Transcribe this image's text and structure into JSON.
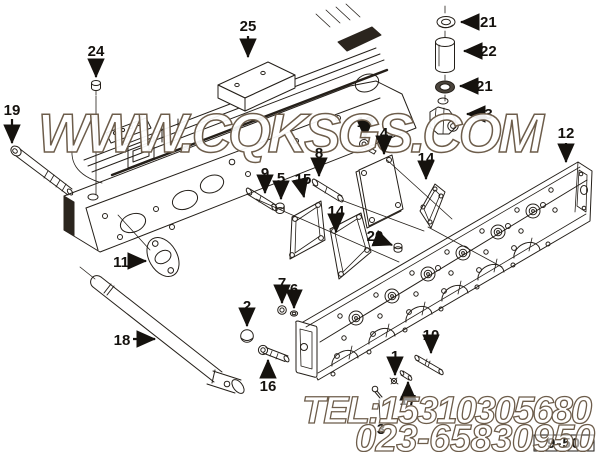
{
  "figure": {
    "type": "exploded-parts-diagram",
    "page_label": "9-50"
  },
  "watermarks": {
    "site": "WWW.CQKSGS.COM",
    "phone_line1": "TEL:15310305680",
    "phone_line2": "023-65830950"
  },
  "colors": {
    "background": "#ffffff",
    "line_art": "#241f19",
    "watermark_stroke": "#6d5d4b",
    "watermark_fill": "#ffffff",
    "callout_text": "#15120e"
  },
  "callouts": {
    "c1": {
      "label": "1"
    },
    "c2": {
      "label": "2"
    },
    "c3": {
      "label": "3"
    },
    "c4": {
      "label": "4"
    },
    "c5": {
      "label": "5"
    },
    "c6": {
      "label": "6"
    },
    "c7": {
      "label": "7"
    },
    "c8": {
      "label": "8"
    },
    "c9": {
      "label": "9"
    },
    "c10": {
      "label": "10"
    },
    "c11": {
      "label": "11"
    },
    "c12": {
      "label": "12"
    },
    "c13": {
      "label": "13"
    },
    "c14a": {
      "label": "14"
    },
    "c14b": {
      "label": "14"
    },
    "c15": {
      "label": "15"
    },
    "c16": {
      "label": "16"
    },
    "c17": {
      "label": "17"
    },
    "c18": {
      "label": "18"
    },
    "c19": {
      "label": "19"
    },
    "c20": {
      "label": "20"
    },
    "c21a": {
      "label": "21"
    },
    "c21b": {
      "label": "21"
    },
    "c22": {
      "label": "22"
    },
    "c23": {
      "label": "23"
    },
    "c24": {
      "label": "24"
    },
    "c25": {
      "label": "25"
    }
  }
}
